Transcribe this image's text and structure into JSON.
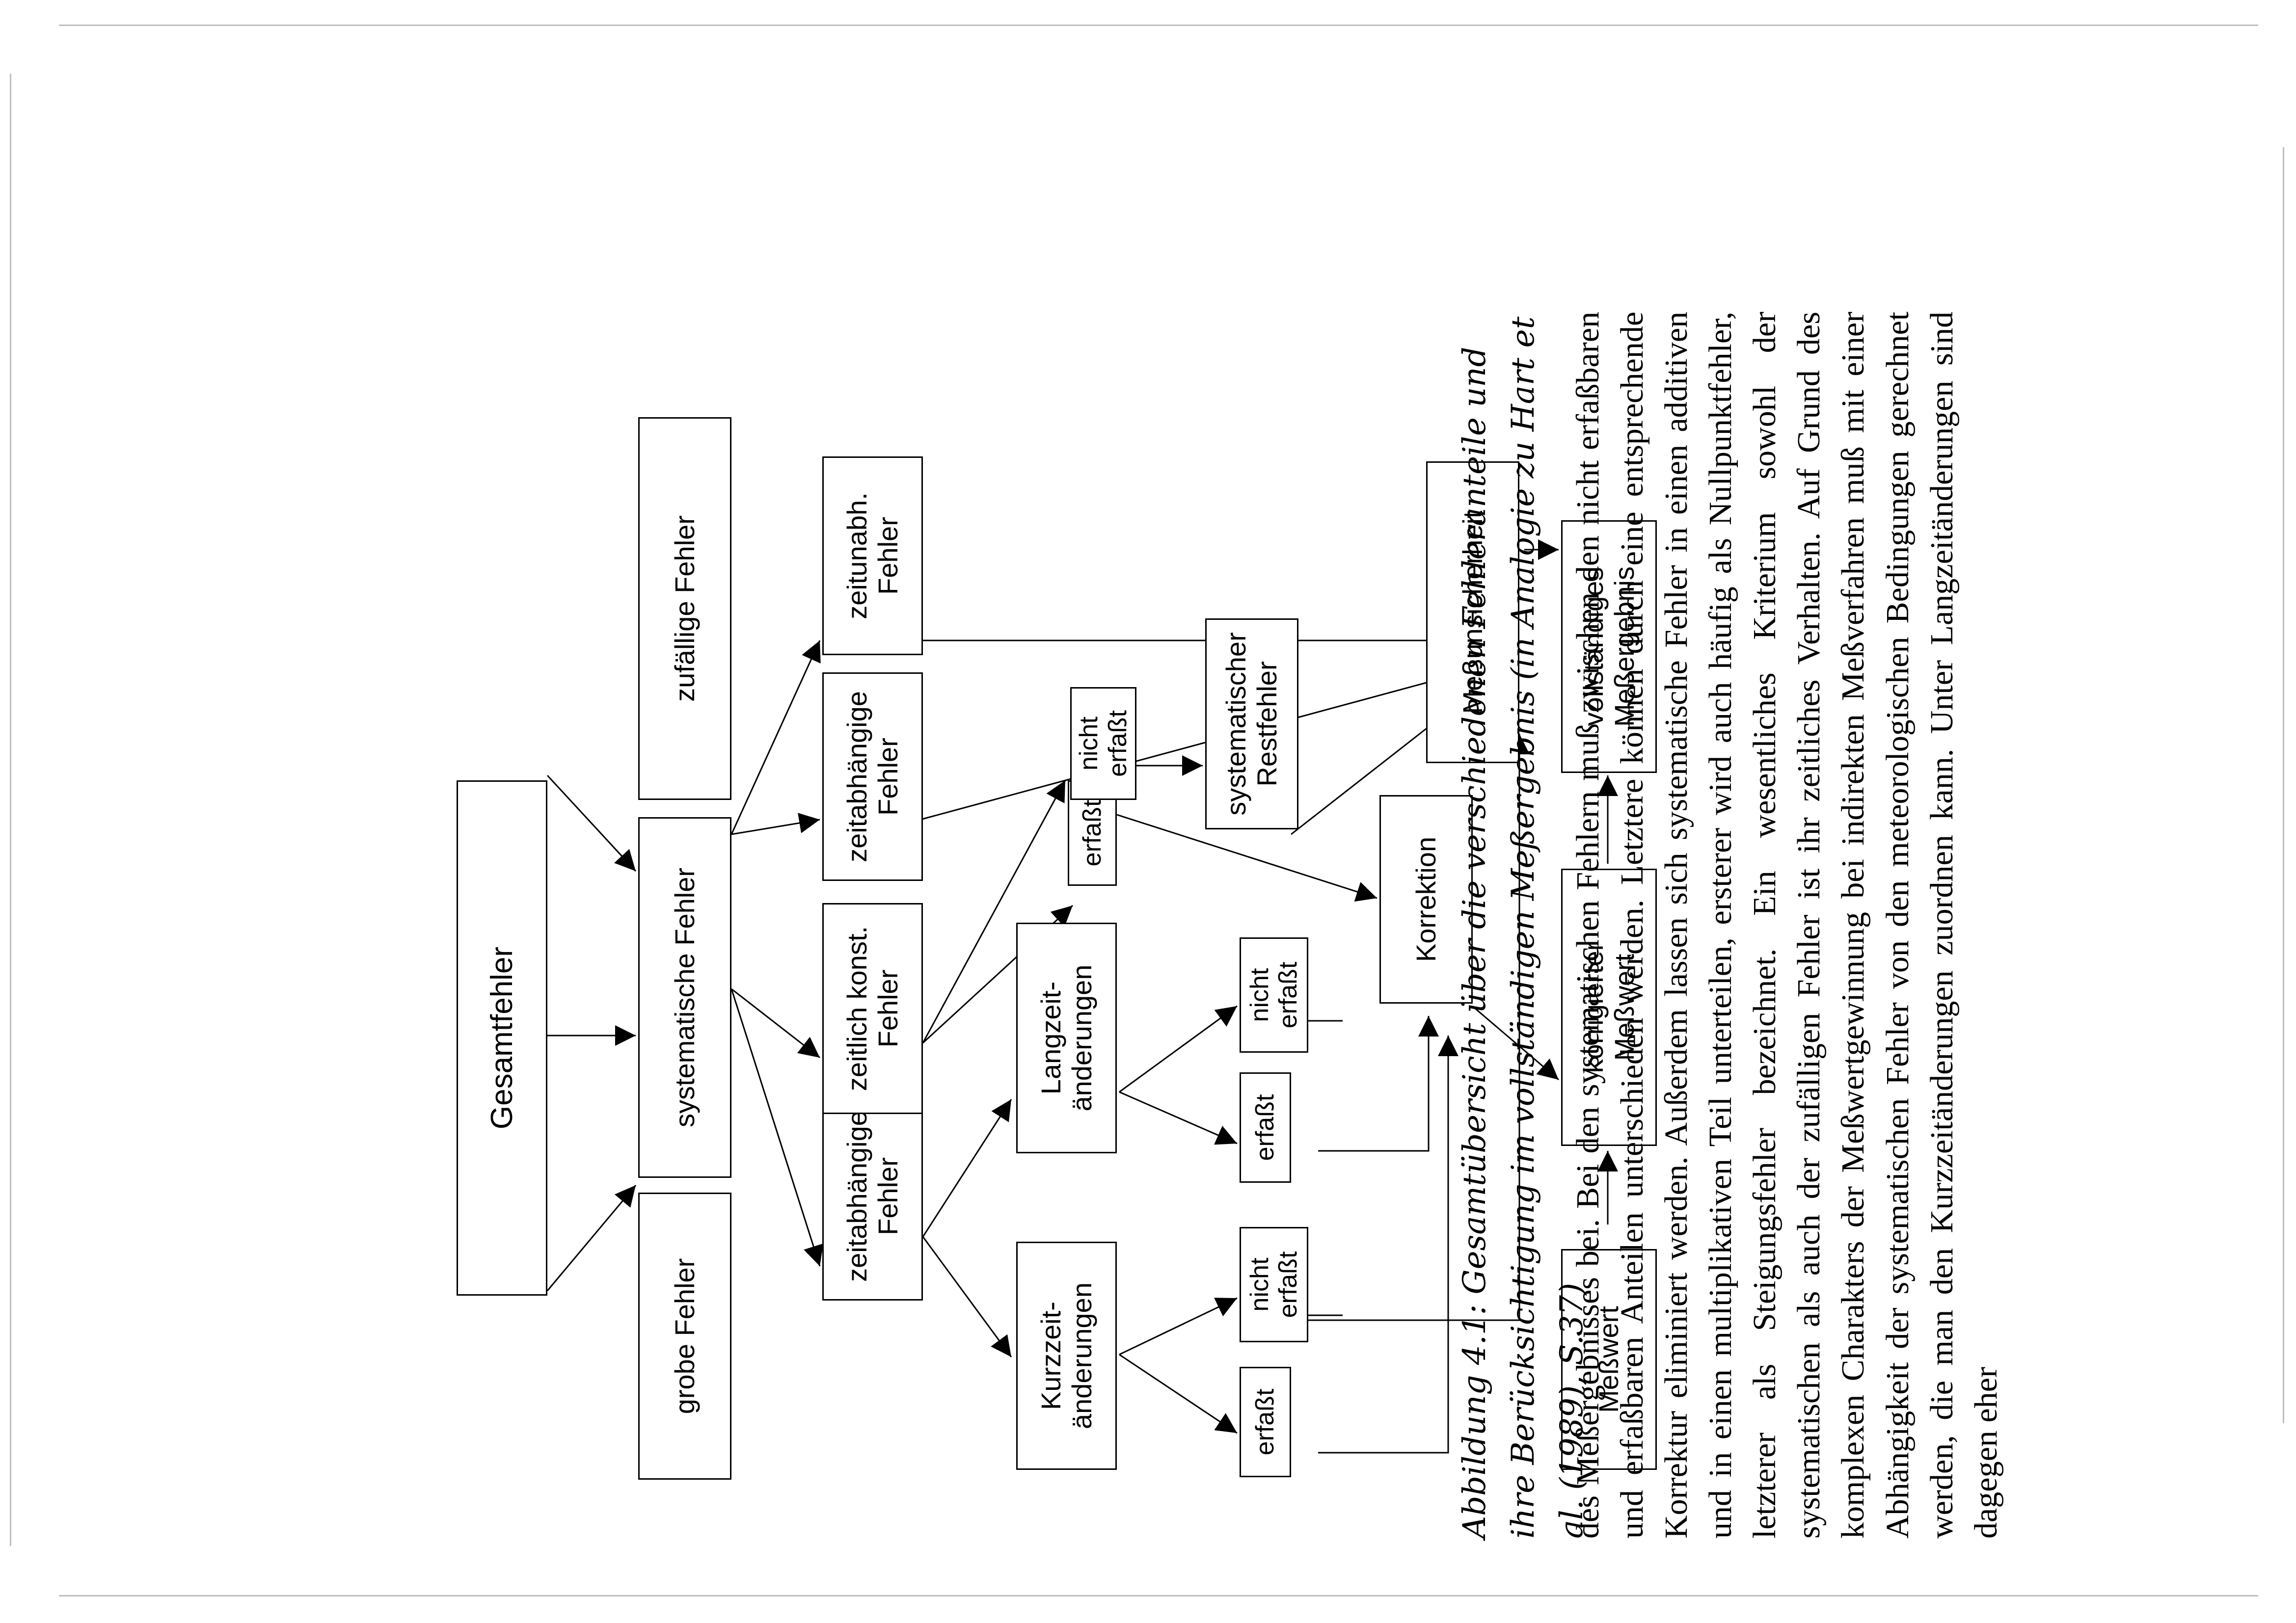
{
  "figure": {
    "boxes": {
      "gesamtfehler": "Gesamtfehler",
      "grobe_fehler": "grobe Fehler",
      "systematische_fehler": "systematische Fehler",
      "zufaellige_fehler": "zufällige Fehler",
      "sys_zeitabhaengig": "zeitabhängige\nFehler",
      "zeitlich_konst": "zeitlich konst.\nFehler",
      "zuf_zeitabhaengig": "zeitabhängige\nFehler",
      "zeitunabh": "zeitunabh.\nFehler",
      "kurzzeit": "Kurzzeit-\nänderungen",
      "langzeit": "Langzeit-\nänderungen",
      "kurz_erfasst": "erfaßt",
      "kurz_nicht_erfasst": "nicht\nerfaßt",
      "lang_erfasst": "erfaßt",
      "lang_nicht_erfasst": "nicht\nerfaßt",
      "konst_erfasst": "erfaßt",
      "konst_nicht_erfasst": "nicht\nerfaßt",
      "systematischer_restfehler": "systematischer\nRestfehler",
      "korrektion": "Korrektion",
      "messwert": "Meßwert",
      "korrigierter_messwert": "korrigierter\nMeßwert",
      "messunsicherheit": "Meßunsicherheit",
      "vollstaendiges_messergebnis": "vollständiges\nMeßergebnis"
    },
    "caption": "Abbildung 4.1: Gesamtübersicht über die verschiedenen Fehleranteile und ihre Berücksichtigung im vollständigen Meßergebnis (in Analogie zu Hart et al. (1989), S.37)"
  },
  "body_text": "des Meßergebnisses bei. Bei den systematischen Fehlern muß zwischen den nicht erfaßbaren und erfaßbaren Anteilen unterschieden werden. Letztere können durch eine entsprechende Korrektur eliminiert werden. Außerdem lassen sich systematische Fehler in einen additiven und in einen multiplikativen Teil unterteilen, ersterer wird auch häufig als Nullpunktfehler, letzterer als Steigungsfehler bezeichnet. Ein wesentliches Kriterium sowohl der systematischen als auch der zufälligen Fehler ist ihr zeitliches Verhalten. Auf Grund des komplexen Charakters der Meßwertgewinnung bei indirekten Meßverfahren muß mit einer Abhängigkeit der systematischen Fehler von den meteorologischen Bedingungen gerechnet werden, die man den Kurzzeitänderungen zuordnen kann. Unter Langzeitänderungen sind dagegen eher"
}
